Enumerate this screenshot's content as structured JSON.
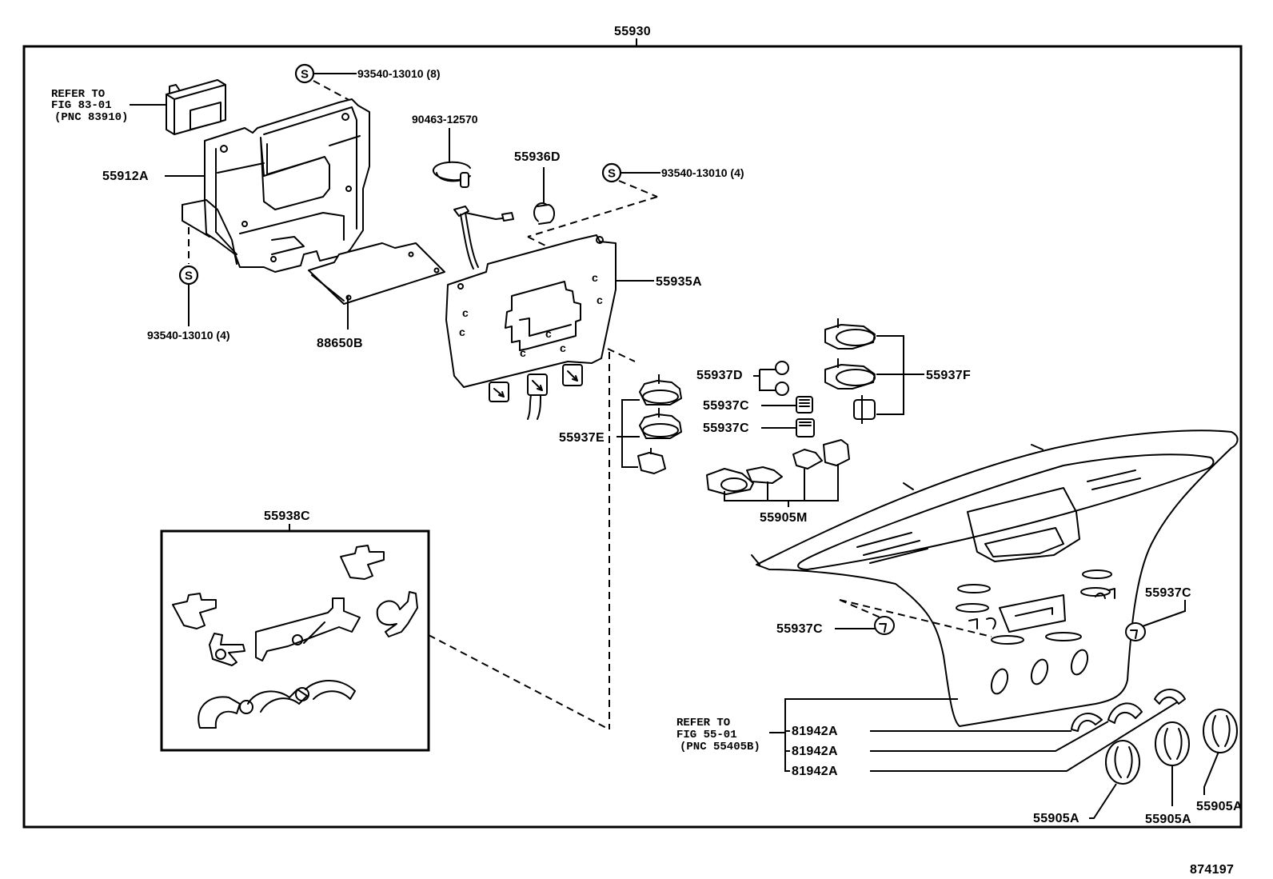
{
  "diagram": {
    "assembly_label": "55930",
    "figure_number": "874197",
    "screw_symbol": "S",
    "notes": {
      "refer_fig_83": [
        "REFER TO",
        "FIG 83-01",
        "(PNC 83910)"
      ],
      "refer_fig_55": [
        "REFER TO",
        "FIG 55-01",
        "(PNC 55405B)"
      ]
    },
    "parts": {
      "screw_top": "93540-13010 (8)",
      "screw_right": "93540-13010 (4)",
      "screw_left": "93540-13010 (4)",
      "clip": "90463-12570",
      "bulb_socket": "55936D",
      "bracket": "55912A",
      "circuit_board": "88650B",
      "control_plate": "55935A",
      "knob_group_d": "55937D",
      "knob_c_1": "55937C",
      "knob_c_2": "55937C",
      "knob_group_f": "55937F",
      "knob_group_e": "55937E",
      "knob_group_m": "55905M",
      "lever_kit": "55938C",
      "knob_c_left": "55937C",
      "knob_c_right": "55937C",
      "bulb_1": "81942A",
      "bulb_2": "81942A",
      "bulb_3": "81942A",
      "knob_a_1": "55905A",
      "knob_a_2": "55905A",
      "knob_a_3": "55905A"
    }
  }
}
